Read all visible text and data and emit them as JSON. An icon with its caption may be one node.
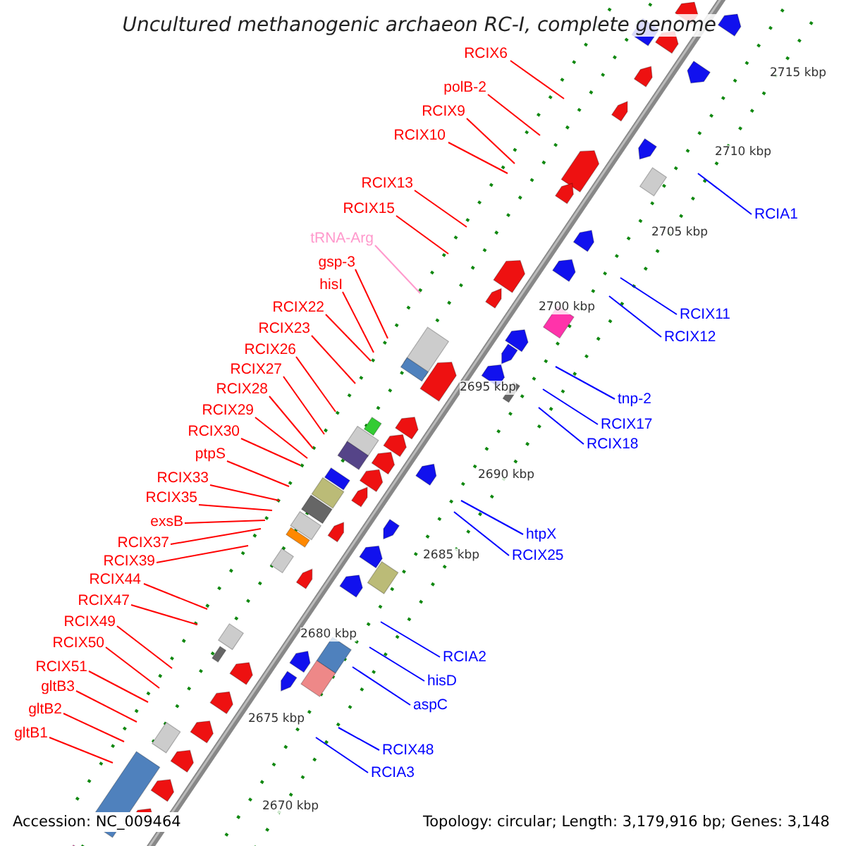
{
  "diagram": {
    "title": "Uncultured methanogenic archaeon RC-I, complete genome",
    "nodes": [
      {
        "text": [
          "RCIX6"
        ]
      },
      {
        "text": [
          "polB-2"
        ]
      },
      {
        "text": [
          "RCIX9"
        ]
      },
      {
        "text": [
          "RCIX10"
        ]
      },
      {
        "text": [
          "RCIX13"
        ]
      },
      {
        "text": [
          "RCIX15"
        ]
      },
      {
        "text": [
          "tRNA-Arg"
        ]
      },
      {
        "text": [
          "gsp-3"
        ]
      },
      {
        "text": [
          "hisI"
        ]
      },
      {
        "text": [
          "RCIX22"
        ]
      },
      {
        "text": [
          "RCIX23"
        ]
      },
      {
        "text": [
          "RCIX26"
        ]
      },
      {
        "text": [
          "RCIX27"
        ]
      },
      {
        "text": [
          "RCIX28"
        ]
      },
      {
        "text": [
          "RCIX29"
        ]
      },
      {
        "text": [
          "RCIX30"
        ]
      },
      {
        "text": [
          "ptpS"
        ]
      },
      {
        "text": [
          "RCIX33"
        ]
      },
      {
        "text": [
          "RCIX35"
        ]
      },
      {
        "text": [
          "exsB"
        ]
      },
      {
        "text": [
          "RCIX37"
        ]
      },
      {
        "text": [
          "RCIX39"
        ]
      },
      {
        "text": [
          "RCIX44"
        ]
      },
      {
        "text": [
          "RCIX47"
        ]
      },
      {
        "text": [
          "RCIX49"
        ]
      },
      {
        "text": [
          "RCIX50"
        ]
      },
      {
        "text": [
          "RCIX51"
        ]
      },
      {
        "text": [
          "gltB3"
        ]
      },
      {
        "text": [
          "gltB2"
        ]
      },
      {
        "text": [
          "gltB1"
        ]
      },
      {
        "text": [
          "RCIA1"
        ]
      },
      {
        "text": [
          "RCIX11"
        ]
      },
      {
        "text": [
          "RCIX12"
        ]
      },
      {
        "text": [
          "tnp-2"
        ]
      },
      {
        "text": [
          "RCIX17"
        ]
      },
      {
        "text": [
          "RCIX18"
        ]
      },
      {
        "text": [
          "htpX"
        ]
      },
      {
        "text": [
          "RCIX25"
        ]
      },
      {
        "text": [
          "RCIA2"
        ]
      },
      {
        "text": [
          "hisD"
        ]
      },
      {
        "text": [
          "aspC"
        ]
      },
      {
        "text": [
          "RCIX48"
        ]
      },
      {
        "text": [
          "RCIA3"
        ]
      }
    ],
    "edges": [
      {
        "from": 0,
        "to": null,
        "arrow": "none"
      },
      {
        "from": 1,
        "to": null,
        "arrow": "none"
      },
      {
        "from": 2,
        "to": null,
        "arrow": "none"
      },
      {
        "from": 3,
        "to": null,
        "arrow": "none"
      },
      {
        "from": 4,
        "to": null,
        "arrow": "none"
      },
      {
        "from": 5,
        "to": null,
        "arrow": "none"
      },
      {
        "from": 6,
        "to": null,
        "arrow": "none",
        "color": "#ff99cc"
      },
      {
        "from": 7,
        "to": null,
        "arrow": "none"
      },
      {
        "from": 8,
        "to": null,
        "arrow": "none"
      },
      {
        "from": 9,
        "to": null,
        "arrow": "none"
      },
      {
        "from": 10,
        "to": null,
        "arrow": "none"
      },
      {
        "from": 11,
        "to": null,
        "arrow": "none"
      },
      {
        "from": 12,
        "to": null,
        "arrow": "none"
      },
      {
        "from": 13,
        "to": null,
        "arrow": "none"
      },
      {
        "from": 14,
        "to": null,
        "arrow": "none"
      },
      {
        "from": 15,
        "to": null,
        "arrow": "none"
      },
      {
        "from": 16,
        "to": null,
        "arrow": "none"
      },
      {
        "from": 17,
        "to": null,
        "arrow": "none"
      },
      {
        "from": 18,
        "to": null,
        "arrow": "none"
      },
      {
        "from": 19,
        "to": null,
        "arrow": "none"
      },
      {
        "from": 20,
        "to": null,
        "arrow": "none"
      },
      {
        "from": 21,
        "to": null,
        "arrow": "none"
      },
      {
        "from": 22,
        "to": null,
        "arrow": "none"
      },
      {
        "from": 23,
        "to": null,
        "arrow": "none"
      },
      {
        "from": 24,
        "to": null,
        "arrow": "none"
      },
      {
        "from": 25,
        "to": null,
        "arrow": "none"
      },
      {
        "from": 26,
        "to": null,
        "arrow": "none"
      },
      {
        "from": 27,
        "to": null,
        "arrow": "none"
      },
      {
        "from": 28,
        "to": null,
        "arrow": "none"
      },
      {
        "from": 29,
        "to": null,
        "arrow": "none"
      },
      {
        "from": 30,
        "to": null,
        "arrow": "none",
        "color": "#0000ff"
      },
      {
        "from": 31,
        "to": null,
        "arrow": "none",
        "color": "#0000ff"
      },
      {
        "from": 32,
        "to": null,
        "arrow": "none",
        "color": "#0000ff"
      },
      {
        "from": 33,
        "to": null,
        "arrow": "none",
        "color": "#0000ff"
      },
      {
        "from": 34,
        "to": null,
        "arrow": "none",
        "color": "#0000ff"
      },
      {
        "from": 35,
        "to": null,
        "arrow": "none",
        "color": "#0000ff"
      },
      {
        "from": 36,
        "to": null,
        "arrow": "none",
        "color": "#0000ff"
      },
      {
        "from": 37,
        "to": null,
        "arrow": "none",
        "color": "#0000ff"
      },
      {
        "from": 38,
        "to": null,
        "arrow": "none",
        "color": "#0000ff"
      },
      {
        "from": 39,
        "to": null,
        "arrow": "none",
        "color": "#0000ff"
      },
      {
        "from": 40,
        "to": null,
        "arrow": "none",
        "color": "#0000ff"
      },
      {
        "from": 41,
        "to": null,
        "arrow": "none",
        "color": "#0000ff"
      },
      {
        "from": 42,
        "to": null,
        "arrow": "none",
        "color": "#0000ff"
      }
    ],
    "labels": [
      "2715 kbp",
      "2710 kbp",
      "2705 kbp",
      "2700 kbp",
      "2695 kbp",
      "2690 kbp",
      "2685 kbp",
      "2680 kbp",
      "2675 kbp",
      "2670 kbp",
      "Accession: NC_009464",
      "Topology: circular; Length: 3,179,916 bp; Genes: 3,148"
    ]
  }
}
